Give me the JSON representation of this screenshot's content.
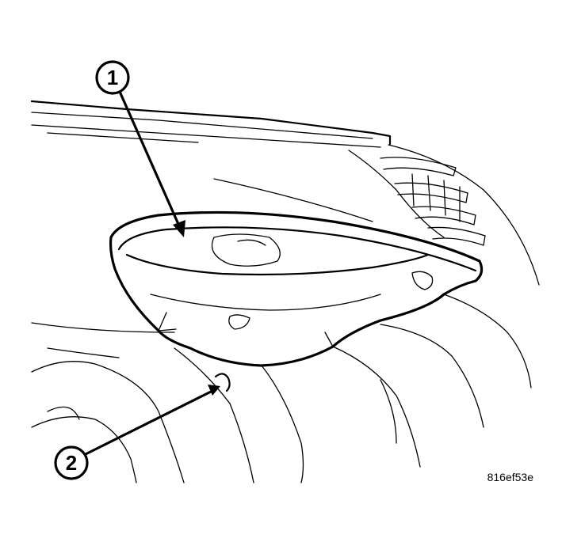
{
  "callouts": [
    {
      "number": "1"
    },
    {
      "number": "2"
    }
  ],
  "figure_id": "816ef53e",
  "colors": {
    "ink": "#000000",
    "paper": "#ffffff"
  }
}
